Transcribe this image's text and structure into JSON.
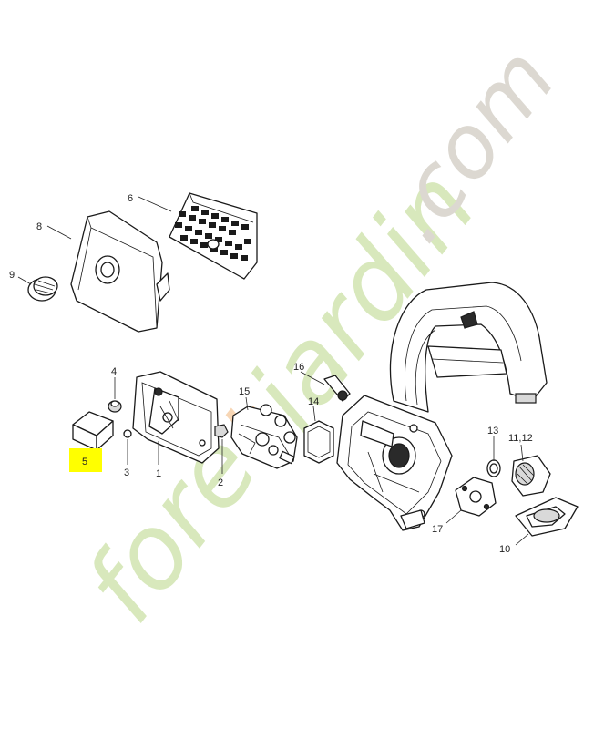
{
  "watermark": {
    "brand": "foretjardin",
    "domain_suffix": ".com",
    "colors": {
      "green": "#c9e0a6",
      "orange": "#f3c79a",
      "grey": "#cfcbc3"
    }
  },
  "highlight": {
    "part_number": "5",
    "fill": "#ffff00"
  },
  "callouts": [
    "1",
    "2",
    "3",
    "4",
    "5",
    "6",
    "8",
    "9",
    "10",
    "11,12",
    "13",
    "14",
    "15",
    "16",
    "17"
  ],
  "labels": {
    "p1": "1",
    "p2": "2",
    "p3": "3",
    "p4": "4",
    "p5": "5",
    "p6": "6",
    "p8": "8",
    "p9": "9",
    "p10": "10",
    "p11_12": "11,12",
    "p13": "13",
    "p14": "14",
    "p15": "15",
    "p16": "16",
    "p17": "17"
  }
}
